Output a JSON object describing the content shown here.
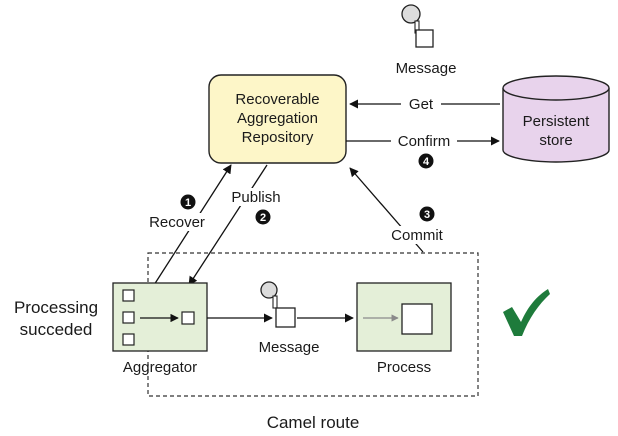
{
  "repository": {
    "line1": "Recoverable",
    "line2": "Aggregation",
    "line3": "Repository"
  },
  "store": {
    "line1": "Persistent",
    "line2": "store"
  },
  "top_message_label": "Message",
  "mid_message_label": "Message",
  "get_label": "Get",
  "confirm_label": "Confirm",
  "recover_label": "Recover",
  "publish_label": "Publish",
  "commit_label": "Commit",
  "aggregator_label": "Aggregator",
  "process_label": "Process",
  "processing_status": {
    "line1": "Processing",
    "line2": "succeded"
  },
  "route_label": "Camel route",
  "steps": {
    "recover": "1",
    "publish": "2",
    "commit": "3",
    "confirm": "4"
  },
  "colors": {
    "repository_fill": "#fdf6c8",
    "store_fill": "#e8d3ec",
    "component_fill": "#e4efd8",
    "checkmark": "#1e7b3b",
    "badge": "#111111"
  },
  "icons": {
    "message": "message-envelope-icon",
    "success": "checkmark-icon"
  }
}
